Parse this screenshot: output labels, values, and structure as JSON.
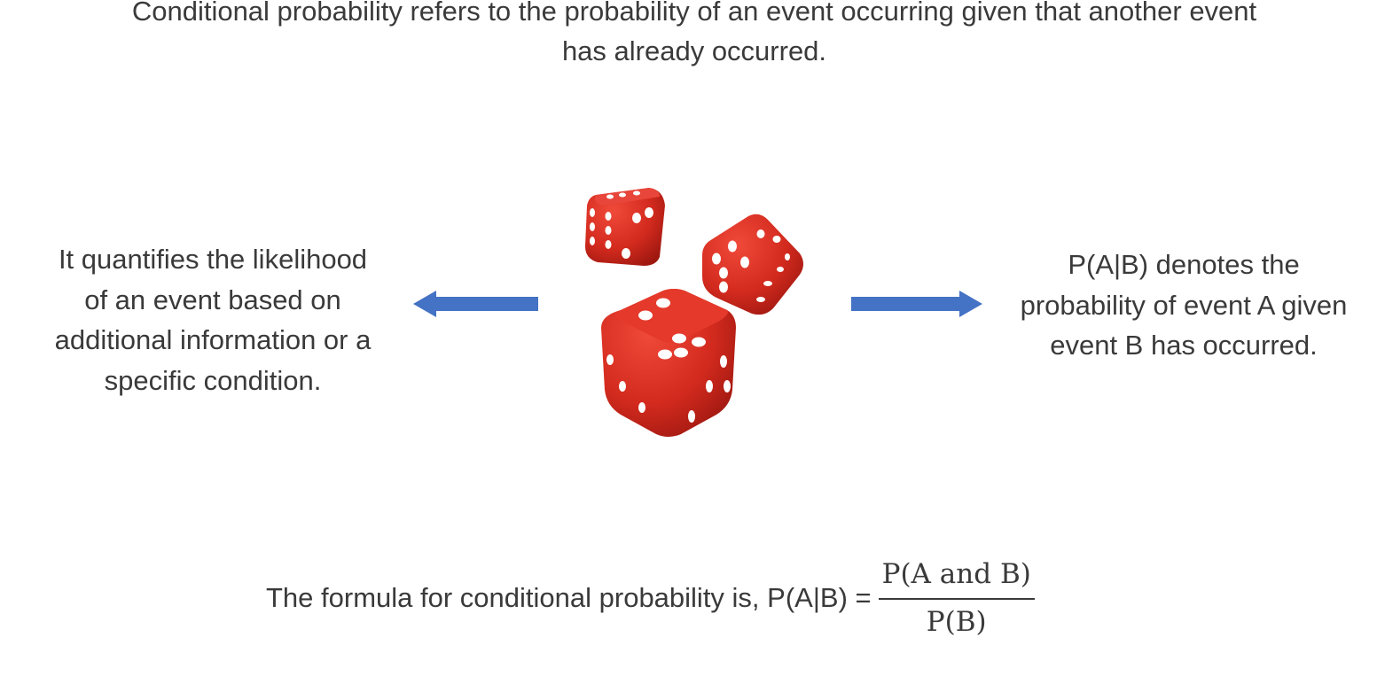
{
  "intro": {
    "line1": "Conditional probability refers to the probability of an event occurring given that another event",
    "line2": "has already occurred."
  },
  "left_panel": {
    "lines": [
      "It quantifies the likelihood",
      "of an event based on",
      "additional information or a",
      "specific condition."
    ]
  },
  "right_panel": {
    "lines": [
      "P(A|B) denotes the",
      "probability of event A given",
      "event B has occurred."
    ]
  },
  "formula": {
    "prefix": "The formula for conditional probability is, P(A|B) =",
    "numerator": "P(A and B)",
    "denominator": "P(B)"
  },
  "colors": {
    "text": "#3a3a3a",
    "arrow": "#4472c4",
    "dice": "#d32a1e"
  },
  "icons": {
    "left_arrow": "arrow-left-icon",
    "right_arrow": "arrow-right-icon",
    "dice": "dice-image"
  }
}
